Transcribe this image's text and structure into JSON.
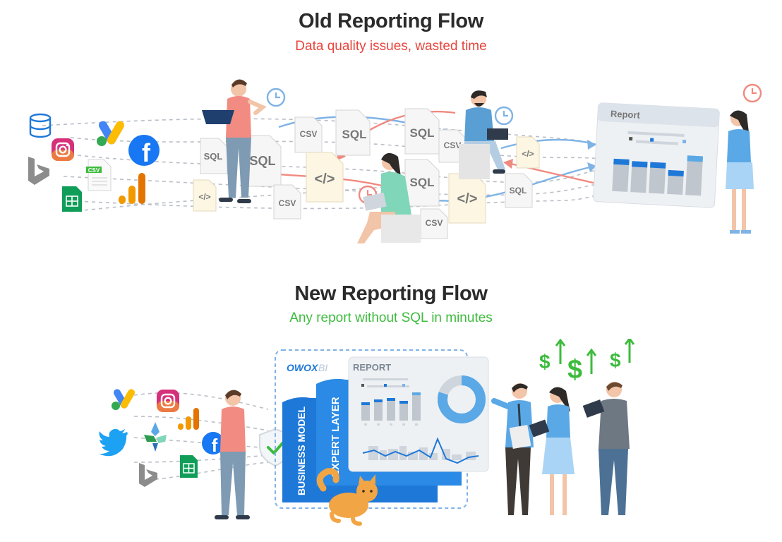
{
  "old_flow": {
    "title": "Old Reporting Flow",
    "subtitle": "Data quality issues, wasted time",
    "subtitle_color": "#e8453c",
    "report_title": "Report",
    "doc_labels": {
      "sql": "SQL",
      "csv": "CSV",
      "code": "</>"
    }
  },
  "new_flow": {
    "title": "New Reporting Flow",
    "subtitle": "Any report without SQL in minutes",
    "subtitle_color": "#3dbb3d",
    "brand": "OWOX",
    "brand_suffix": "BI",
    "report_title": "REPORT",
    "layer_expert": "EXPERT LAYER",
    "layer_business": "BUSINESS MODEL",
    "money_symbol": "$",
    "donut_fraction": 0.8
  },
  "colors": {
    "accent_blue": "#1e78d8",
    "light_blue": "#7fb3e6",
    "salmon": "#f08a80",
    "green": "#3dbb3d",
    "dashed": "#b9bec6"
  },
  "icons": [
    "database-icon",
    "google-ads-icon",
    "instagram-icon",
    "facebook-icon",
    "bing-icon",
    "google-sheets-icon",
    "analytics-icon",
    "twitter-icon",
    "clock-icon",
    "shield-check-icon",
    "cat-illustration"
  ]
}
